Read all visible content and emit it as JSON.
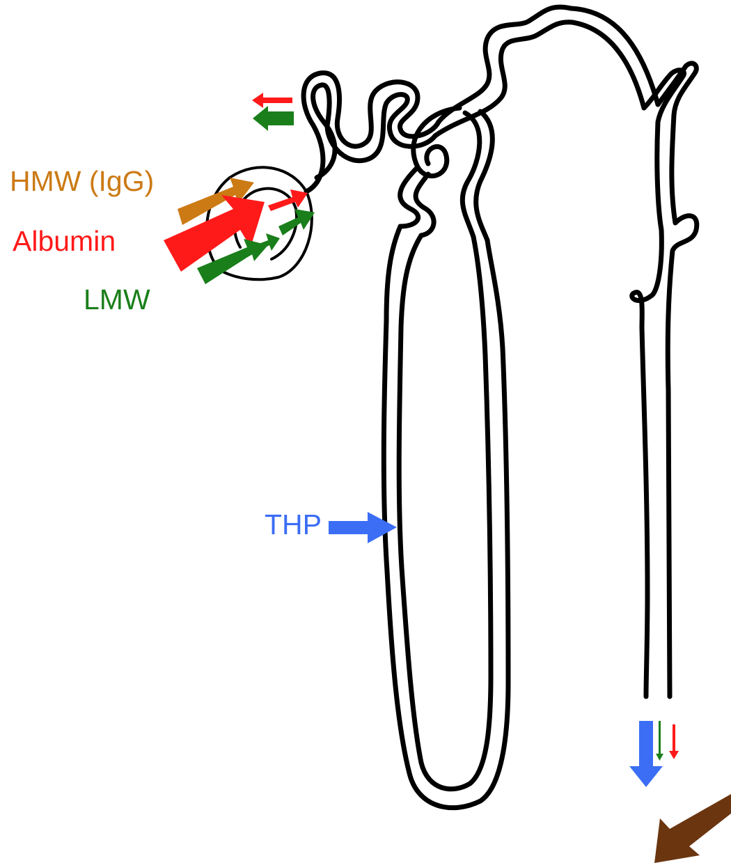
{
  "labels": {
    "hmw": "HMW (IgG)",
    "albumin": "Albumin",
    "lmw": "LMW",
    "thp": "THP"
  },
  "colors": {
    "hmw": "#cc7a14",
    "albumin": "#ff1a1a",
    "lmw": "#1a7f1a",
    "thp": "#3b6ef5",
    "brown_arrow": "#6b3510",
    "outline": "#000000"
  }
}
